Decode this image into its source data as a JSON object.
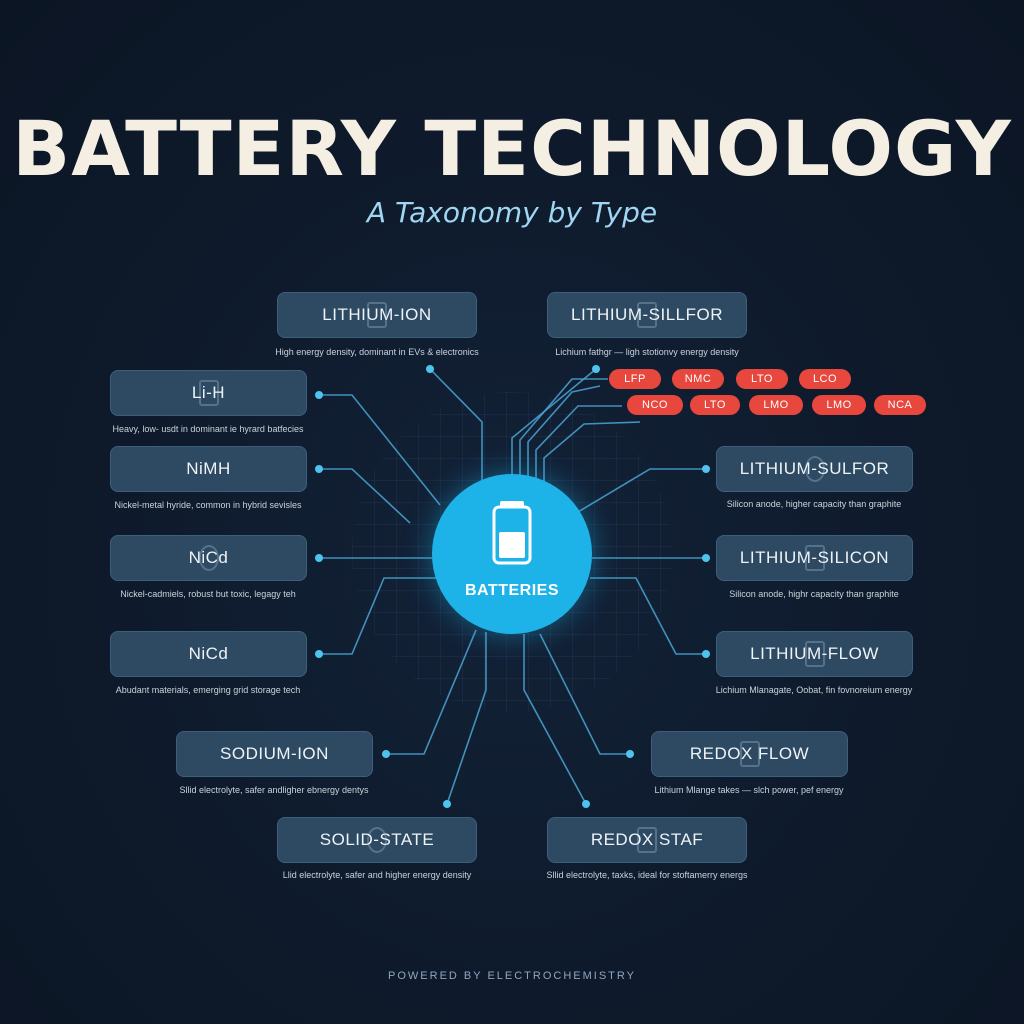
{
  "title": "BATTERY TECHNOLOGY",
  "subtitle": "A Taxonomy by Type",
  "hub": {
    "label": "BATTERIES",
    "icon": "battery-icon"
  },
  "nodes": [
    {
      "label": "LITHIUM-ION",
      "desc": "High energy density, dominant in EVs & electronics"
    },
    {
      "label": "LITHIUM-SILLFOR",
      "desc": "Lichium fathgr — ligh stotionvy energy density"
    },
    {
      "label": "Li-H",
      "desc": "Heavy, low- usdt in dominant ie hyrard batfecies"
    },
    {
      "label": "NiMH",
      "desc": "Nickel-metal hyride, common in hybrid sevisles"
    },
    {
      "label": "NiCd",
      "desc": "Nickel-cadmiels, robust but toxic, legagy teh"
    },
    {
      "label": "NiCd",
      "desc": "Abudant materials, emerging grid storage tech"
    },
    {
      "label": "SODIUM-ION",
      "desc": "Sllid electrolyte, safer andligher ebnergy dentys"
    },
    {
      "label": "SOLID-STATE",
      "desc": "Llid electrolyte, safer and higher energy density"
    },
    {
      "label": "LITHIUM-SULFOR",
      "desc": "Silicon anode, higher capacity than graphite"
    },
    {
      "label": "LITHIUM-SILICON",
      "desc": "Silicon anode, highr capacity than graphite"
    },
    {
      "label": "LITHIUM-FLOW",
      "desc": "Lichium Mlanagate, Oobat, fin fovnoreium energy"
    },
    {
      "label": "REDOX FLOW",
      "desc": "Lithium Mlange takes — slch power, pef energy"
    },
    {
      "label": "REDOX STAF",
      "desc": "Sllid electrolyte, taxks, ideal for stoftamerry energs"
    }
  ],
  "chemistries_row1": [
    "LFP",
    "NMC",
    "LTO",
    "LCO"
  ],
  "chemistries_row2": [
    "NCO",
    "LTO",
    "LMO",
    "LMO",
    "NCA"
  ],
  "footer": "POWERED BY ELECTROCHEMISTRY",
  "colors": {
    "background": "#0e1a2b",
    "hub": "#1db3e8",
    "node": "#2d4a62",
    "line": "#4aa6d6",
    "pill": "#e8473e",
    "title": "#f4efe2",
    "subtitle": "#9fd6f2"
  }
}
